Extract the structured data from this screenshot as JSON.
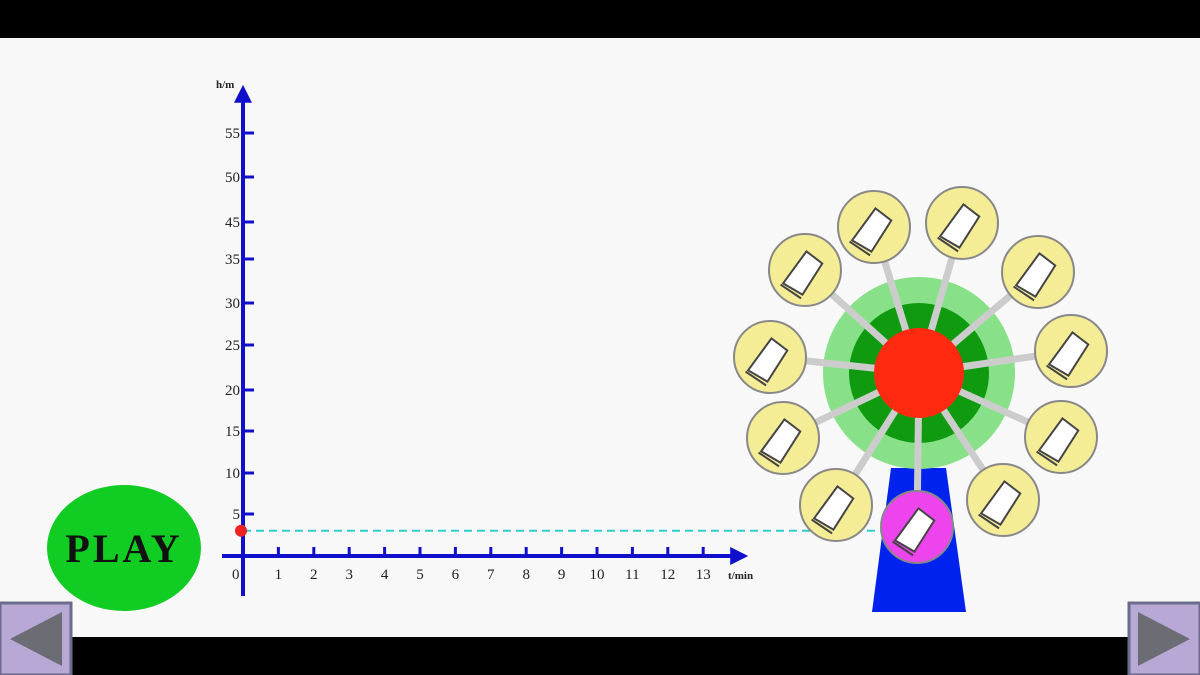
{
  "play_button": {
    "label": "PLAY"
  },
  "nav": {
    "prev": "previous-arrow",
    "next": "next-arrow"
  },
  "colors": {
    "axis": "#1010cc",
    "guide_line": "#33cccc",
    "marker": "#ee2222",
    "play_fill": "#11cc22",
    "wheel_outer": "#88e088",
    "wheel_inner": "#109a10",
    "hub": "#ff2a10",
    "cabin": "#f5ec96",
    "active_cabin": "#ee44ee",
    "tower": "#0022ee",
    "nav_fill": "#b7a8d6"
  },
  "chart_data": {
    "type": "line",
    "xlabel": "t/min",
    "ylabel": "h/m",
    "x_ticks": [
      "0",
      "1",
      "2",
      "3",
      "4",
      "5",
      "6",
      "7",
      "8",
      "9",
      "10",
      "11",
      "12",
      "13"
    ],
    "y_ticks": [
      "5",
      "10",
      "15",
      "20",
      "25",
      "30",
      "35",
      "45",
      "50",
      "55"
    ],
    "xlim": [
      0,
      14
    ],
    "ylim": [
      0,
      60
    ],
    "points": [
      {
        "x": 0,
        "y": 3
      }
    ],
    "guide_height": 3
  },
  "ferris_wheel": {
    "cabin_count": 11,
    "active_cabin": 6
  }
}
